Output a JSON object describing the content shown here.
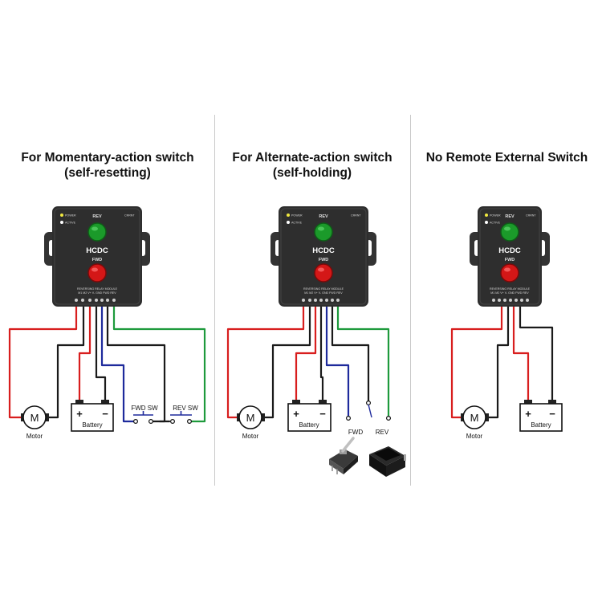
{
  "panels": [
    {
      "title_line1": "For Momentary-action switch",
      "title_line2": "(self-resetting)",
      "brand": "HCDC",
      "rev_label": "REV",
      "fwd_label": "FWD",
      "module_label": "REVERSING RELAY MODULE",
      "terminal_label": "M1 M2 V+ V- GND FWD REV",
      "status_left": "POWER",
      "status_right": "CRRNT",
      "status_active": "ACTIVE",
      "motor_symbol": "M",
      "motor_label": "Motor",
      "battery_label": "Battery",
      "fwd_switch_label": "FWD SW",
      "rev_switch_label": "REV SW"
    },
    {
      "title_line1": "For Alternate-action switch",
      "title_line2": "(self-holding)",
      "brand": "HCDC",
      "rev_label": "REV",
      "fwd_label": "FWD",
      "module_label": "REVERSING RELAY MODULE",
      "terminal_label": "M1 M2 V+ V- GND FWD REV",
      "status_left": "POWER",
      "status_right": "CRRNT",
      "status_active": "ACTIVE",
      "motor_symbol": "M",
      "motor_label": "Motor",
      "battery_label": "Battery",
      "fwd_switch_label": "FWD",
      "rev_switch_label": "REV"
    },
    {
      "title_line1": "No Remote External Switch",
      "title_line2": "",
      "brand": "HCDC",
      "rev_label": "REV",
      "fwd_label": "FWD",
      "module_label": "REVERSING RELAY MODULE",
      "terminal_label": "M1 M2 V+ V- GND FWD REV",
      "status_left": "POWER",
      "status_right": "CRRNT",
      "status_active": "ACTIVE",
      "motor_symbol": "M",
      "motor_label": "Motor",
      "battery_label": "Battery"
    }
  ],
  "battery_plus": "+",
  "battery_minus": "−",
  "colors": {
    "red_wire": "#d81e1e",
    "black_wire": "#1a1a1a",
    "blue_wire": "#1e2a9c",
    "green_wire": "#1e9a3c",
    "module_body": "#2e2e2e",
    "rev_button": "#1b9a2a",
    "fwd_button": "#d41717"
  }
}
